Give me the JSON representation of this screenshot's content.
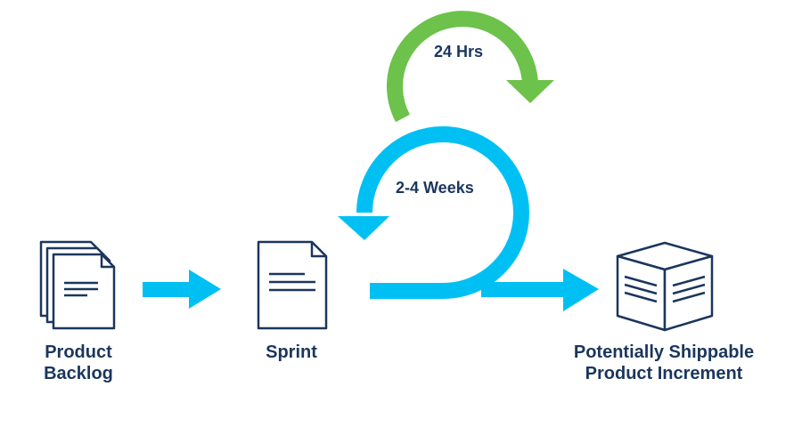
{
  "cycles": {
    "daily_label": "24 Hrs",
    "sprint_label": "2-4 Weeks"
  },
  "items": {
    "backlog_line1": "Product",
    "backlog_line2": "Backlog",
    "sprint": "Sprint",
    "increment_line1": "Potentially Shippable",
    "increment_line2": "Product Increment"
  },
  "colors": {
    "navy": "#1b365d",
    "cyan": "#00c0f3",
    "green": "#6cc24a"
  },
  "icons": [
    "stacked-documents-icon",
    "document-icon",
    "box-icon"
  ]
}
